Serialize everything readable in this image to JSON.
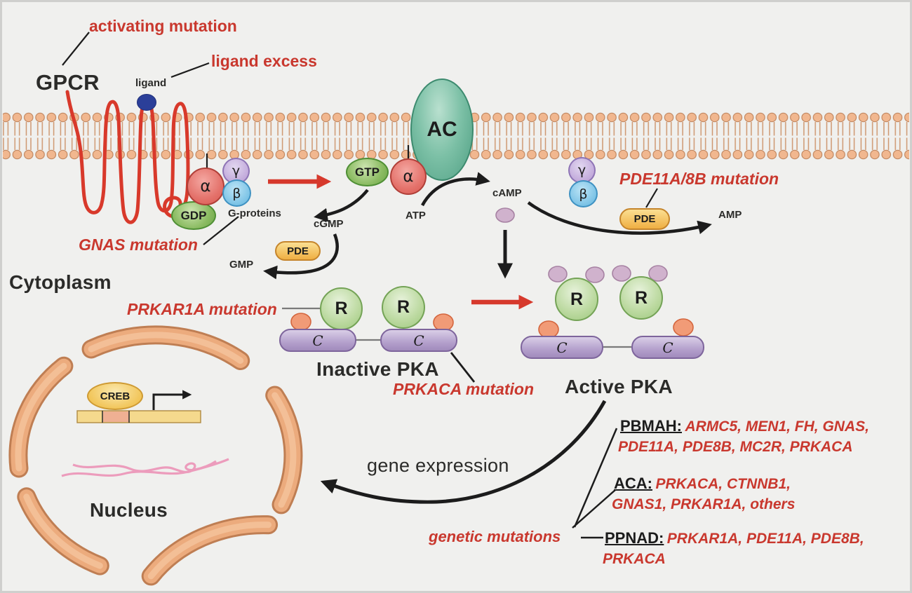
{
  "labels": {
    "activating_mutation": "activating mutation",
    "ligand_excess": "ligand excess",
    "gpcr": "GPCR",
    "ligand": "ligand",
    "g_proteins": "G-proteins",
    "gnas_mutation": "GNAS mutation",
    "pde11a_8b_mutation": "PDE11A/8B mutation",
    "prkar1a_mutation": "PRKAR1A mutation",
    "prkaca_mutation": "PRKACA mutation",
    "cytoplasm": "Cytoplasm",
    "nucleus": "Nucleus",
    "inactive_pka": "Inactive PKA",
    "active_pka": "Active PKA",
    "gene_expression": "gene expression",
    "genetic_mutations": "genetic mutations"
  },
  "molecules": {
    "gdp": "GDP",
    "gtp": "GTP",
    "alpha": "α",
    "beta": "β",
    "gamma": "γ",
    "ac": "AC",
    "atp": "ATP",
    "camp": "cAMP",
    "cgmp": "cGMP",
    "gmp": "GMP",
    "amp": "AMP",
    "pde": "PDE",
    "r_subunit": "R",
    "c_subunit": "C",
    "creb": "CREB"
  },
  "diseases": {
    "pbmah": {
      "name": "PBMAH:",
      "genes1": "ARMC5, MEN1, FH, GNAS,",
      "genes2": "PDE11A, PDE8B, MC2R, PRKACA"
    },
    "aca": {
      "name": "ACA:",
      "genes1": "PRKACA, CTNNB1,",
      "genes2": "GNAS1, PRKAR1A, others"
    },
    "ppnad": {
      "name": "PPNAD:",
      "genes1": "PRKAR1A, PDE11A, PDE8B,",
      "genes2": "PRKACA"
    }
  },
  "colors": {
    "background": "#f0f0ee",
    "red_label": "#c9382e",
    "red_arrow": "#d6392c",
    "black_text": "#2b2b29",
    "membrane_head": "#f1b78f",
    "membrane_tail": "#ce9770",
    "nucleus_arc": "#ecab7d",
    "g_protein_green": "#86bb5d",
    "alpha_red": "#e4726b",
    "gamma_purple": "#c2aadb",
    "beta_blue": "#7cc3e6",
    "ac_teal": "#7cc0a6",
    "pde_gold": "#f3c35c",
    "r_green": "#bbd99f",
    "c_purple": "#b4a0cc",
    "camp_mauve": "#d0b2cd",
    "ligand_blue": "#2b3f99",
    "rna_pink": "#ec9cbc",
    "dna_yellow": "#f5d98d"
  }
}
